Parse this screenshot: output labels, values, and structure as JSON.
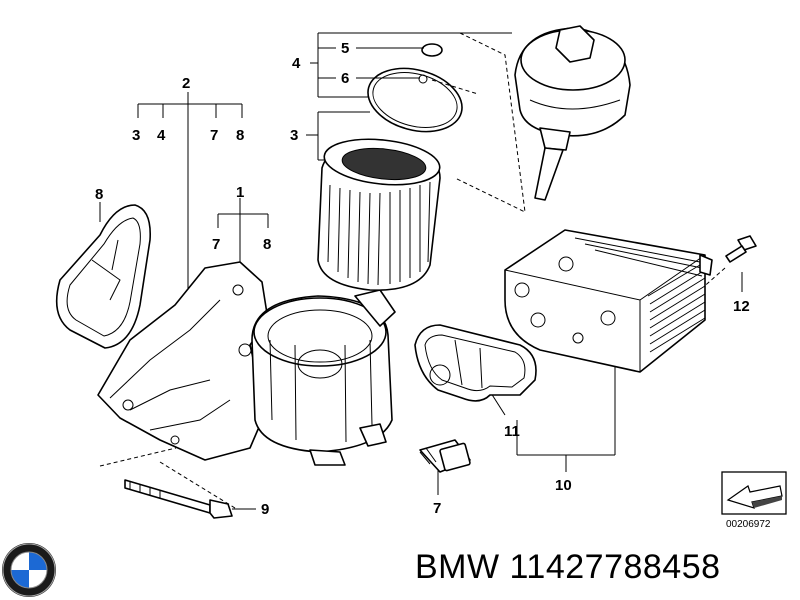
{
  "callouts": {
    "c2": "2",
    "c2_3": "3",
    "c2_4": "4",
    "c2_7": "7",
    "c2_8": "8",
    "c1": "1",
    "c1_7": "7",
    "c1_8": "8",
    "c8": "8",
    "c4": "4",
    "c5": "5",
    "c6": "6",
    "c3": "3",
    "c12": "12",
    "c11": "11",
    "c10": "10",
    "c7": "7",
    "c9": "9"
  },
  "reference_code": "00206972",
  "footer": {
    "brand": "BMW",
    "part_number": "11427788458"
  }
}
